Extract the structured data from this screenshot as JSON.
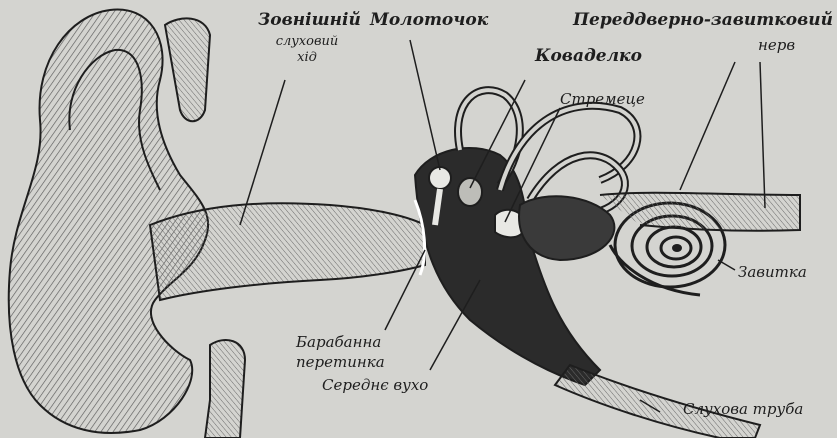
{
  "labels": {
    "external_canal_1": "Зовнішній",
    "external_canal_2": "слуховий",
    "external_canal_3": "хід",
    "malleus": "Молоточок",
    "incus": "Коваделко",
    "stapes": "Стремеце",
    "nerve_1": "Переддверно-завитковий",
    "nerve_2": "нерв",
    "cochlea": "Завитка",
    "eardrum_1": "Барабанна",
    "eardrum_2": "перетинка",
    "middle_ear": "Середнє вухо",
    "eustachian_tube": "Слухова труба"
  },
  "colors": {
    "background": "#d4d4d0",
    "ink": "#1e1e1e",
    "dark_fill": "#2b2b2b",
    "hatch": "#5a5a5a"
  }
}
